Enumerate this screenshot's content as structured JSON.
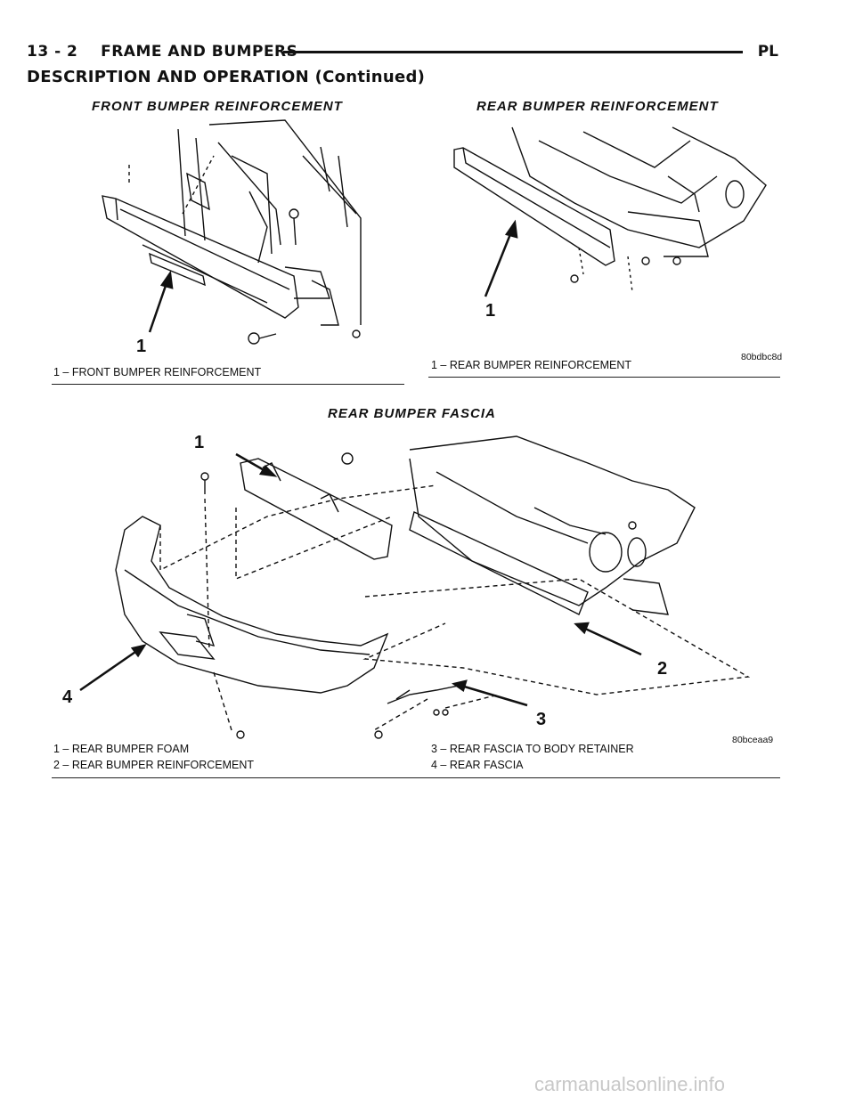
{
  "header": {
    "page_number": "13 - 2",
    "chapter": "FRAME AND BUMPERS",
    "model": "PL"
  },
  "section_title": "DESCRIPTION AND OPERATION (Continued)",
  "figures": {
    "front": {
      "title": "FRONT BUMPER REINFORCEMENT",
      "callout": "1",
      "legend": [
        "1 – FRONT BUMPER REINFORCEMENT"
      ]
    },
    "rear": {
      "title": "REAR BUMPER REINFORCEMENT",
      "callout": "1",
      "legend": [
        "1 – REAR BUMPER REINFORCEMENT"
      ],
      "code": "80bdbc8d"
    },
    "fascia": {
      "title": "REAR BUMPER FASCIA",
      "callouts": [
        "1",
        "2",
        "3",
        "4"
      ],
      "legend_left": [
        "1 – REAR BUMPER FOAM",
        "2 – REAR BUMPER REINFORCEMENT"
      ],
      "legend_right": [
        "3 – REAR FASCIA TO BODY RETAINER",
        "4 – REAR FASCIA"
      ],
      "code": "80bceaa9"
    }
  },
  "watermark": "carmanualsonline.info"
}
